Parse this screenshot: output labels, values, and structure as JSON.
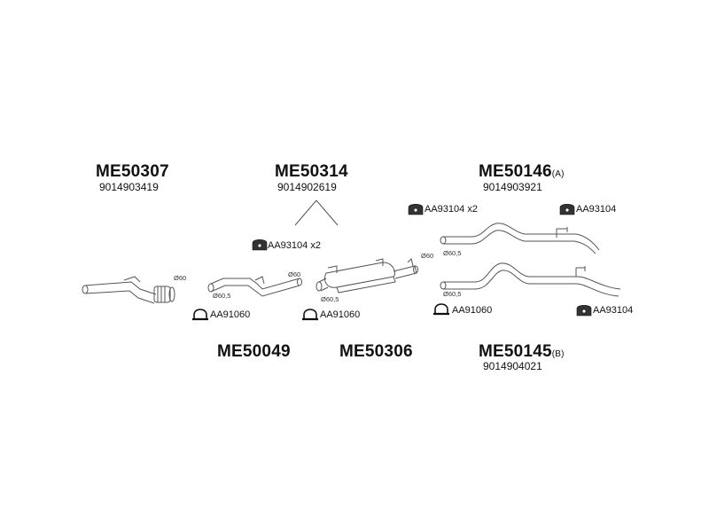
{
  "parts": {
    "me50307": {
      "number": "ME50307",
      "oe": "9014903419"
    },
    "me50314": {
      "number": "ME50314",
      "oe": "9014902619"
    },
    "me50146": {
      "number": "ME50146",
      "suffix": "(A)",
      "oe": "9014903921"
    },
    "me50049": {
      "number": "ME50049"
    },
    "me50306": {
      "number": "ME50306"
    },
    "me50145": {
      "number": "ME50145",
      "suffix": "(B)",
      "oe": "9014904021"
    }
  },
  "accessories": {
    "hanger_x2_center": "AA93104 x2",
    "hanger_x2_right": "AA93104 x2",
    "hanger_right_top": "AA93104",
    "hanger_right_bottom": "AA93104",
    "clamp_left": "AA91060",
    "clamp_center": "AA91060",
    "clamp_right": "AA91060"
  },
  "dimensions": {
    "front_pipe": "Ø60",
    "mid_pipe_in": "Ø60,5",
    "mid_pipe_out": "Ø60",
    "muffler_in": "Ø60,5",
    "muffler_out": "Ø60",
    "tail_a": "Ø60,5",
    "tail_b": "Ø60,5"
  },
  "icons": {
    "hanger": "rubber-hanger-icon",
    "clamp": "pipe-clamp-icon"
  }
}
